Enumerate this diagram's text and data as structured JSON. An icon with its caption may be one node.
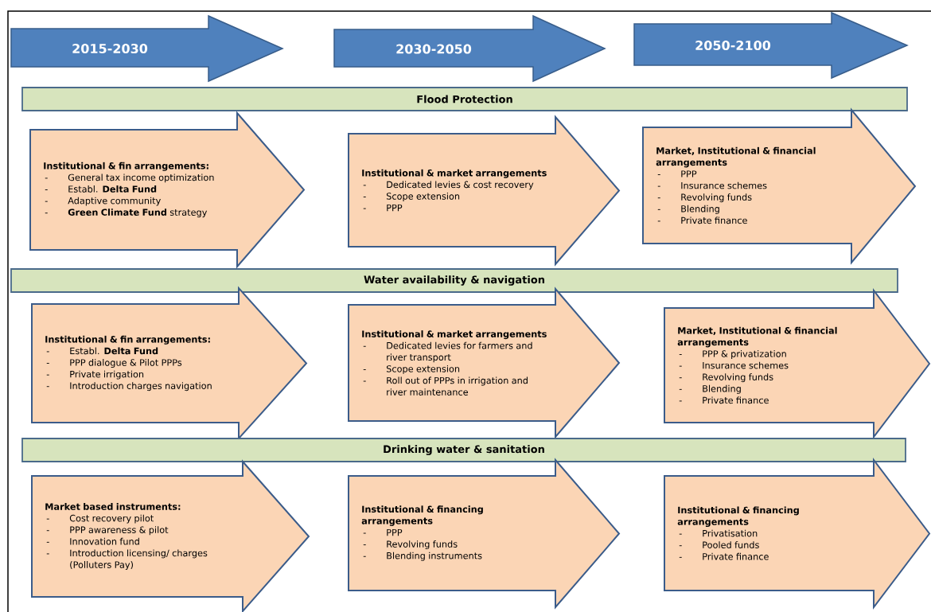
{
  "diagram": {
    "nodes": [
      {
        "text": [
          "2015-2030"
        ]
      },
      {
        "text": [
          "2030-2050"
        ]
      },
      {
        "text": [
          "2050-2100"
        ]
      },
      {
        "text": [
          "Flood Protection"
        ]
      },
      {
        "text": [
          "Institutional & fin arrangements:",
          "-",
          "General tax income optimization",
          "-",
          "Establ. **Delta Fund**",
          "-",
          "Adaptive community",
          "-",
          "**Green Climate Fund** strategy"
        ]
      },
      {
        "text": [
          "Institutional & market arrangements",
          "-",
          "Dedicated levies & cost recovery",
          "-",
          "Scope extension",
          "-",
          "PPP"
        ]
      },
      {
        "text": [
          "Market, Institutional & financial arrangements",
          "-",
          "PPP",
          "-",
          "Insurance schemes",
          "-",
          "Revolving funds",
          "-",
          "Blending",
          "-",
          "Private finance"
        ]
      },
      {
        "text": [
          "Water availability & navigation"
        ]
      },
      {
        "text": [
          "Institutional & fin arrangements:",
          "-",
          "Establ. **Delta Fund**",
          "-",
          "PPP dialogue & Pilot PPPs",
          "-",
          "Private irrigation",
          "-",
          "Introduction charges navigation"
        ]
      },
      {
        "text": [
          "Institutional & market arrangements",
          "-",
          "Dedicated levies for farmers and river transport",
          "-",
          "Scope extension",
          "-",
          "Roll out of PPPs in irrigation and river maintenance"
        ]
      },
      {
        "text": [
          "Market, Institutional & financial arrangements",
          "-",
          "PPP & privatization",
          "-",
          "Insurance schemes",
          "-",
          "Revolving funds",
          "-",
          "Blending",
          "-",
          "Private finance"
        ]
      },
      {
        "text": [
          "Drinking water & sanitation"
        ]
      },
      {
        "text": [
          "Market based instruments:",
          "-",
          "Cost recovery pilot",
          "-",
          "PPP awareness & pilot",
          "-",
          "Innovation fund",
          "-",
          "Introduction licensing/ charges (Polluters Pay)"
        ]
      },
      {
        "text": [
          "Institutional & financing arrangements",
          "-",
          "PPP",
          "-",
          "Revolving funds",
          "-",
          "Blending instruments"
        ]
      },
      {
        "text": [
          "Institutional & financing arrangements",
          "-",
          "Privatisation",
          "-",
          "Pooled funds",
          "-",
          "Private finance"
        ]
      }
    ]
  }
}
